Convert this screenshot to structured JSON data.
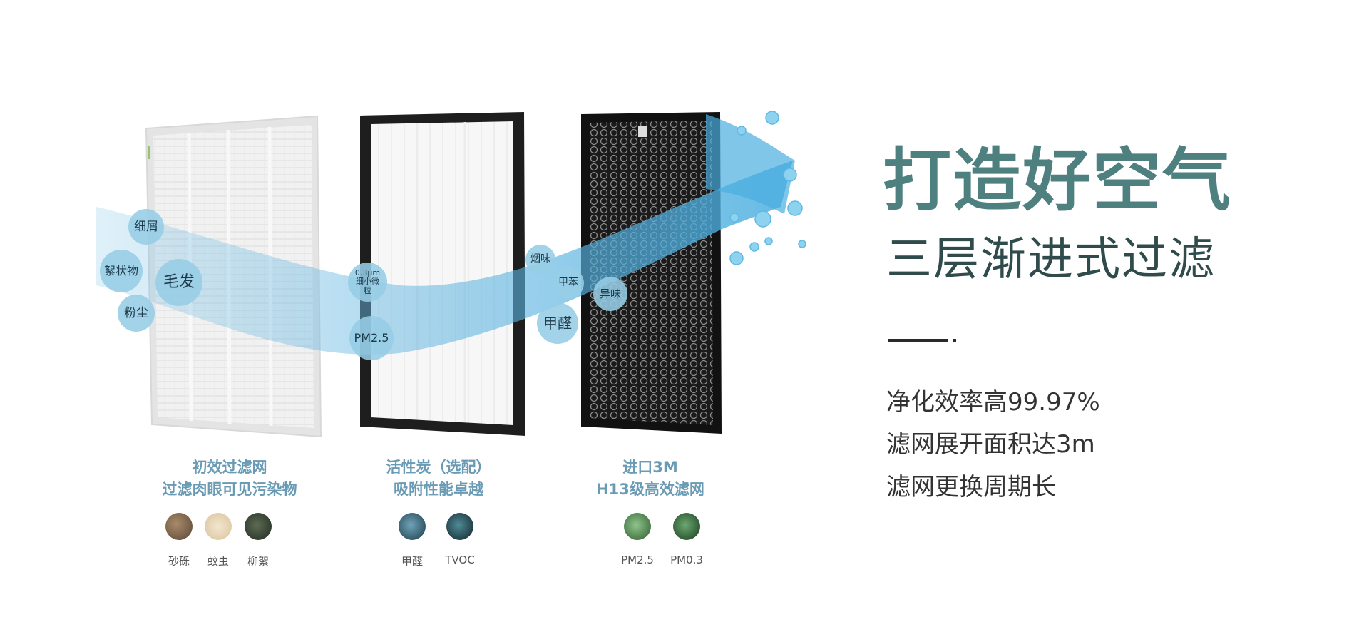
{
  "headline": "打造好空气",
  "subline": "三层渐进式过滤",
  "features": [
    "净化效率高99.97%",
    "滤网展开面积达3m",
    "滤网更换周期长"
  ],
  "layers": [
    {
      "caption": [
        "初效过滤网",
        "过滤肉眼可见污染物"
      ],
      "bubbles": [
        "细屑",
        "絮状物",
        "毛发",
        "粉尘"
      ],
      "samples": [
        "砂砾",
        "蚊虫",
        "柳絮"
      ]
    },
    {
      "caption": [
        "活性炭（选配）",
        "吸附性能卓越"
      ],
      "bubbles": [
        "0.3μm细小微粒",
        "PM2.5"
      ],
      "samples": [
        "甲醛",
        "TVOC"
      ]
    },
    {
      "caption": [
        "进口3M",
        "H13级高效滤网"
      ],
      "bubbles": [
        "烟味",
        "甲苯",
        "异味",
        "甲醛"
      ],
      "samples": [
        "PM2.5",
        "PM0.3"
      ]
    }
  ],
  "colors": {
    "headline": "#4f8080",
    "subline": "#2f4b4b",
    "caption": "#6a9bb5",
    "bubble": "#96cde6"
  }
}
